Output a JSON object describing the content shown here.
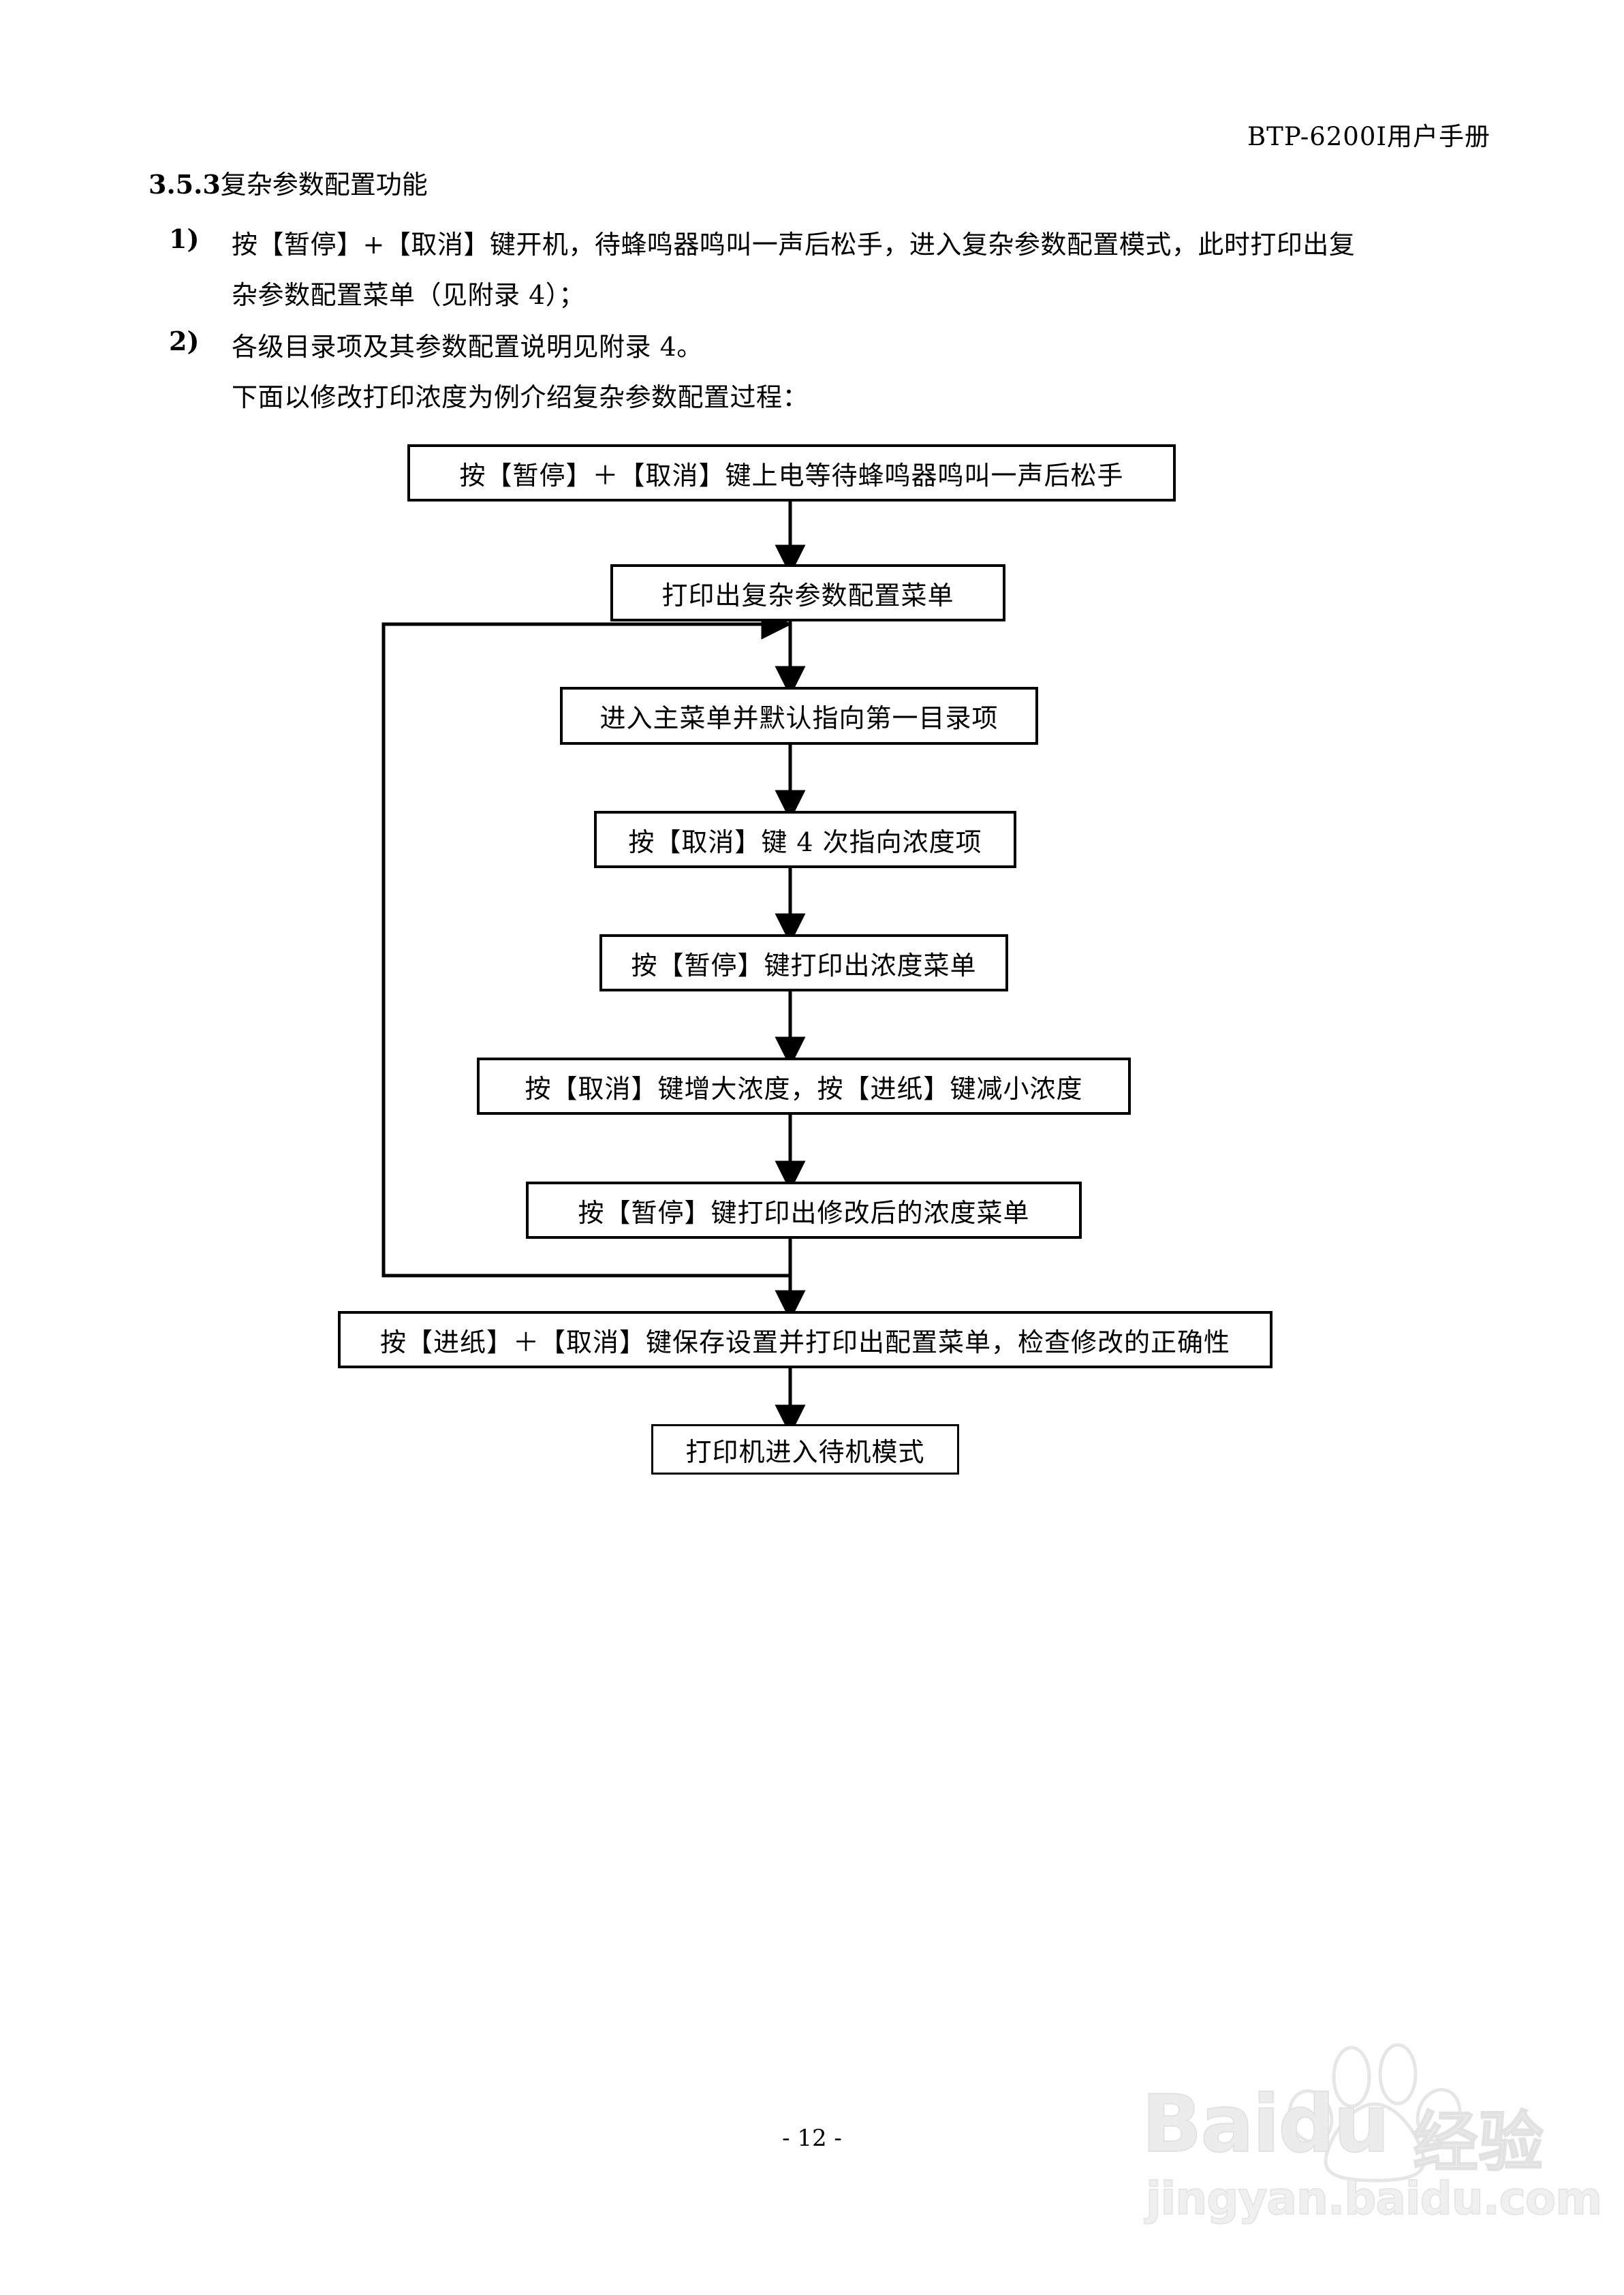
{
  "page": {
    "header": "BTP-6200I用户手册",
    "page_number": "- 12 -"
  },
  "section": {
    "number": "3.5.3",
    "title": "复杂参数配置功能"
  },
  "list": [
    {
      "marker": "1)",
      "lines": [
        "按【暂停】+【取消】键开机，待蜂鸣器鸣叫一声后松手，进入复杂参数配置模式，此时打印出复",
        "杂参数配置菜单（见附录 4）；"
      ]
    },
    {
      "marker": "2)",
      "lines": [
        "各级目录项及其参数配置说明见附录 4。"
      ]
    }
  ],
  "intro_line": "下面以修改打印浓度为例介绍复杂参数配置过程：",
  "flowchart": {
    "nodes": [
      {
        "id": "n1",
        "label": "按【暂停】＋【取消】键上电等待蜂鸣器鸣叫一声后松手"
      },
      {
        "id": "n2",
        "label": "打印出复杂参数配置菜单"
      },
      {
        "id": "n3",
        "label": "进入主菜单并默认指向第一目录项"
      },
      {
        "id": "n4",
        "label": "按【取消】键 4 次指向浓度项"
      },
      {
        "id": "n5",
        "label": "按【暂停】键打印出浓度菜单"
      },
      {
        "id": "n6",
        "label": "按【取消】键增大浓度，按【进纸】键减小浓度"
      },
      {
        "id": "n7",
        "label": "按【暂停】键打印出修改后的浓度菜单"
      },
      {
        "id": "n8",
        "label": "按【进纸】＋【取消】键保存设置并打印出配置菜单，检查修改的正确性"
      },
      {
        "id": "n9",
        "label": "打印机进入待机模式"
      }
    ]
  },
  "watermark": {
    "logo": "Bai",
    "logo_tail": "du",
    "chinese": "经验",
    "url": "jingyan.baidu.com"
  }
}
